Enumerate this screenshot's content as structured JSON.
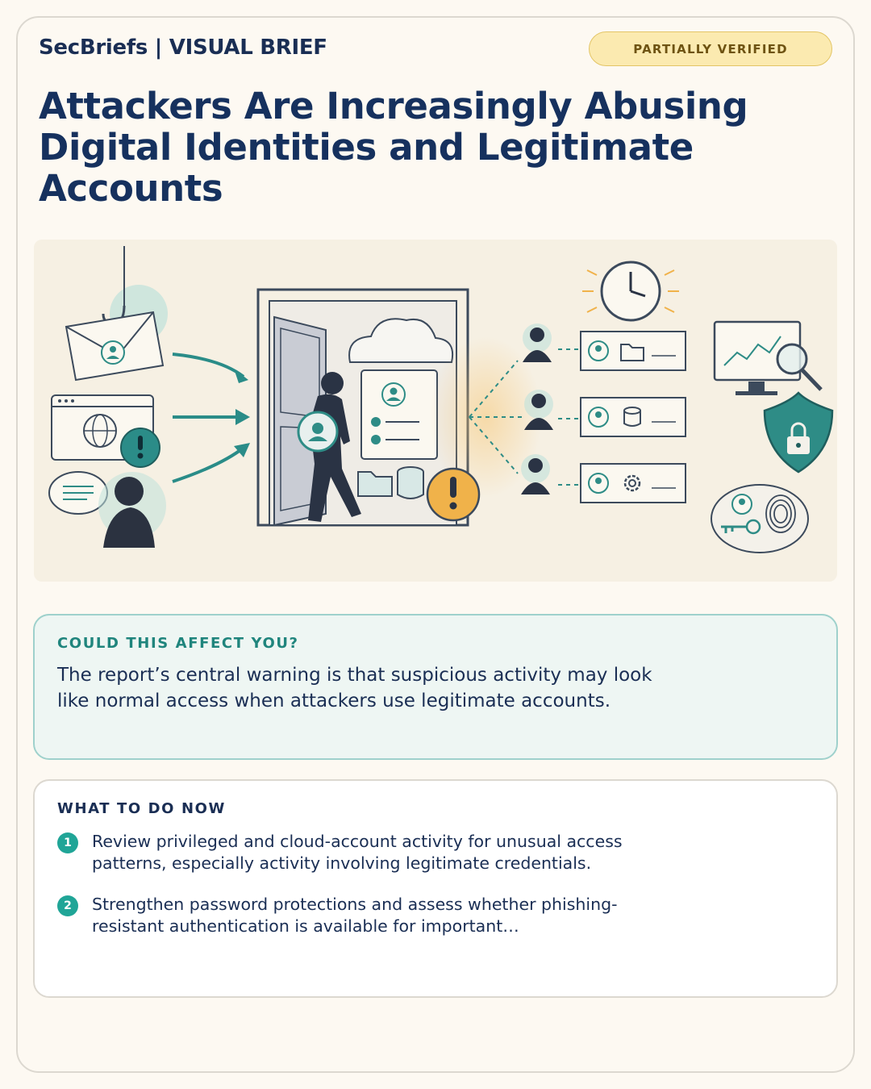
{
  "header": {
    "brand": "SecBriefs | VISUAL BRIEF",
    "status_badge": "PARTIALLY VERIFIED"
  },
  "headline": "Attackers Are Increasingly Abusing Digital Identities and Legitimate Accounts",
  "illustration": {
    "subject": "attacker entering an open door with a stolen identity",
    "icons": [
      "fish-hook-icon",
      "email-icon",
      "browser-icon",
      "alert-icon",
      "chat-icon",
      "attacker-silhouette-icon",
      "cloud-icon",
      "profile-card-icon",
      "folder-icon",
      "database-icon",
      "clock-icon",
      "user-icon",
      "gear-icon",
      "monitor-chart-icon",
      "magnifier-icon",
      "shield-lock-icon",
      "key-icon",
      "fingerprint-icon"
    ]
  },
  "affect": {
    "heading": "COULD THIS AFFECT YOU?",
    "body": "The report’s central warning is that suspicious activity may look like normal access when attackers use legitimate accounts."
  },
  "todo": {
    "heading": "WHAT TO DO NOW",
    "steps": [
      {
        "num": "1",
        "text": "Review privileged and cloud-account activity for unusual access patterns, especially activity involving legitimate credentials."
      },
      {
        "num": "2",
        "text": "Strengthen password protections and assess whether phishing-resistant authentication is available for important…"
      }
    ]
  },
  "colors": {
    "navy": "#16315e",
    "teal": "#20a597",
    "badge_bg": "#fbeab0",
    "badge_text": "#6e5312",
    "alert_orange": "#f0b24a"
  }
}
